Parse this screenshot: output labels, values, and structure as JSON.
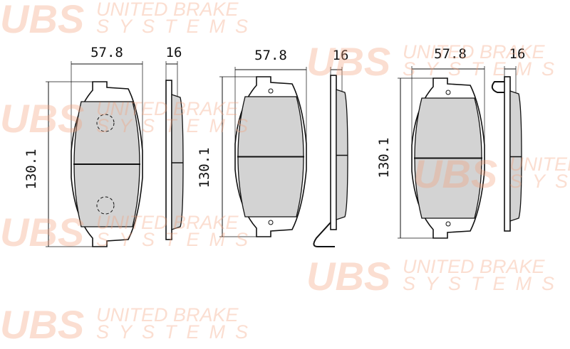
{
  "watermark": {
    "logo": "UBS",
    "line1": "UNITED BRAKE",
    "line2": "SYSTEMS",
    "color": "#f2a27c"
  },
  "pads": [
    {
      "width": "57.8",
      "thickness": "16",
      "height": "130.1",
      "sensor_clip": false
    },
    {
      "width": "57.8",
      "thickness": "16",
      "height": "130.1",
      "sensor_clip": true
    },
    {
      "width": "57.8",
      "thickness": "16",
      "height": "130.1",
      "sensor_clip": true
    }
  ],
  "colors": {
    "friction": "#d3d3d3",
    "line": "#111111"
  }
}
